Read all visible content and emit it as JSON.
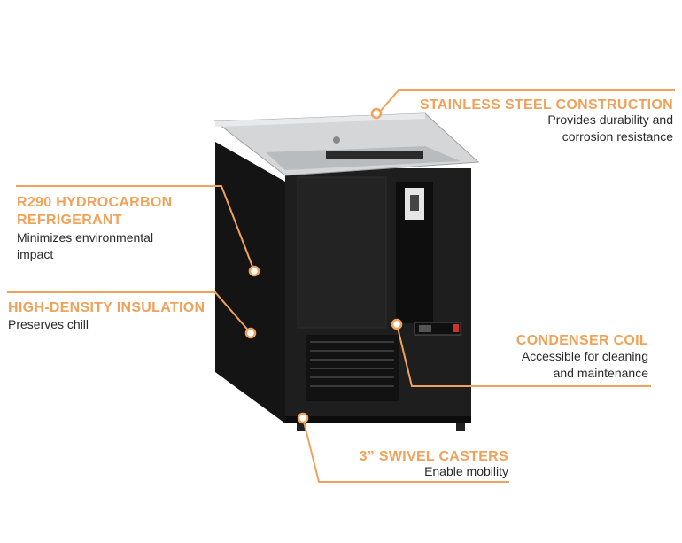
{
  "callouts": {
    "stainless": {
      "title": "STAINLESS STEEL CONSTRUCTION",
      "desc_line1": "Provides durability and",
      "desc_line2": "corrosion resistance"
    },
    "refrigerant": {
      "title_line1": "R290 HYDROCARBON",
      "title_line2": "REFRIGERANT",
      "desc_line1": "Minimizes environmental",
      "desc_line2": "impact"
    },
    "insulation": {
      "title": "HIGH-DENSITY INSULATION",
      "desc": "Preserves chill"
    },
    "condenser": {
      "title": "CONDENSER COIL",
      "desc_line1": "Accessible for cleaning",
      "desc_line2": "and maintenance"
    },
    "casters": {
      "title": "3” SWIVEL CASTERS",
      "desc": "Enable mobility"
    }
  },
  "colors": {
    "accent": "#f0a25a",
    "cabinet": "#1c1c1c",
    "steel": "#c9cbcc",
    "text": "#2a2a2a"
  }
}
